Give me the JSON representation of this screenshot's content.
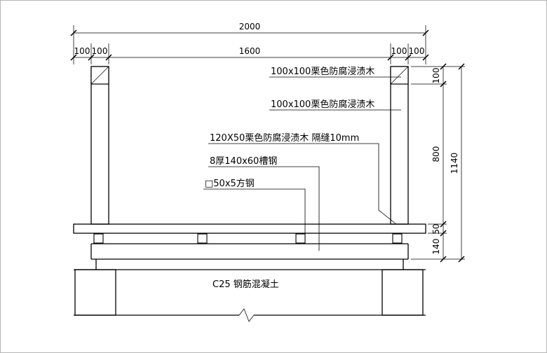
{
  "drawing": {
    "dimensions": {
      "top_overall": "2000",
      "top_row2": [
        "100",
        "100",
        "1600",
        "100",
        "100"
      ],
      "right_segments": [
        "100",
        "800",
        "50",
        "140"
      ],
      "right_overall": "1140"
    },
    "labels": {
      "wood_cap": "100x100栗色防腐浸渍木",
      "wood_post": "100x100栗色防腐浸渍木",
      "wood_plank": "120X50栗色防腐浸渍木 隔缝10mm",
      "channel_steel": "8厚140x60槽钢",
      "square_steel": "□50x5方钢",
      "concrete": "C25 钢筋混凝土"
    },
    "colors": {
      "line": "#000000",
      "background": "#ffffff"
    }
  }
}
